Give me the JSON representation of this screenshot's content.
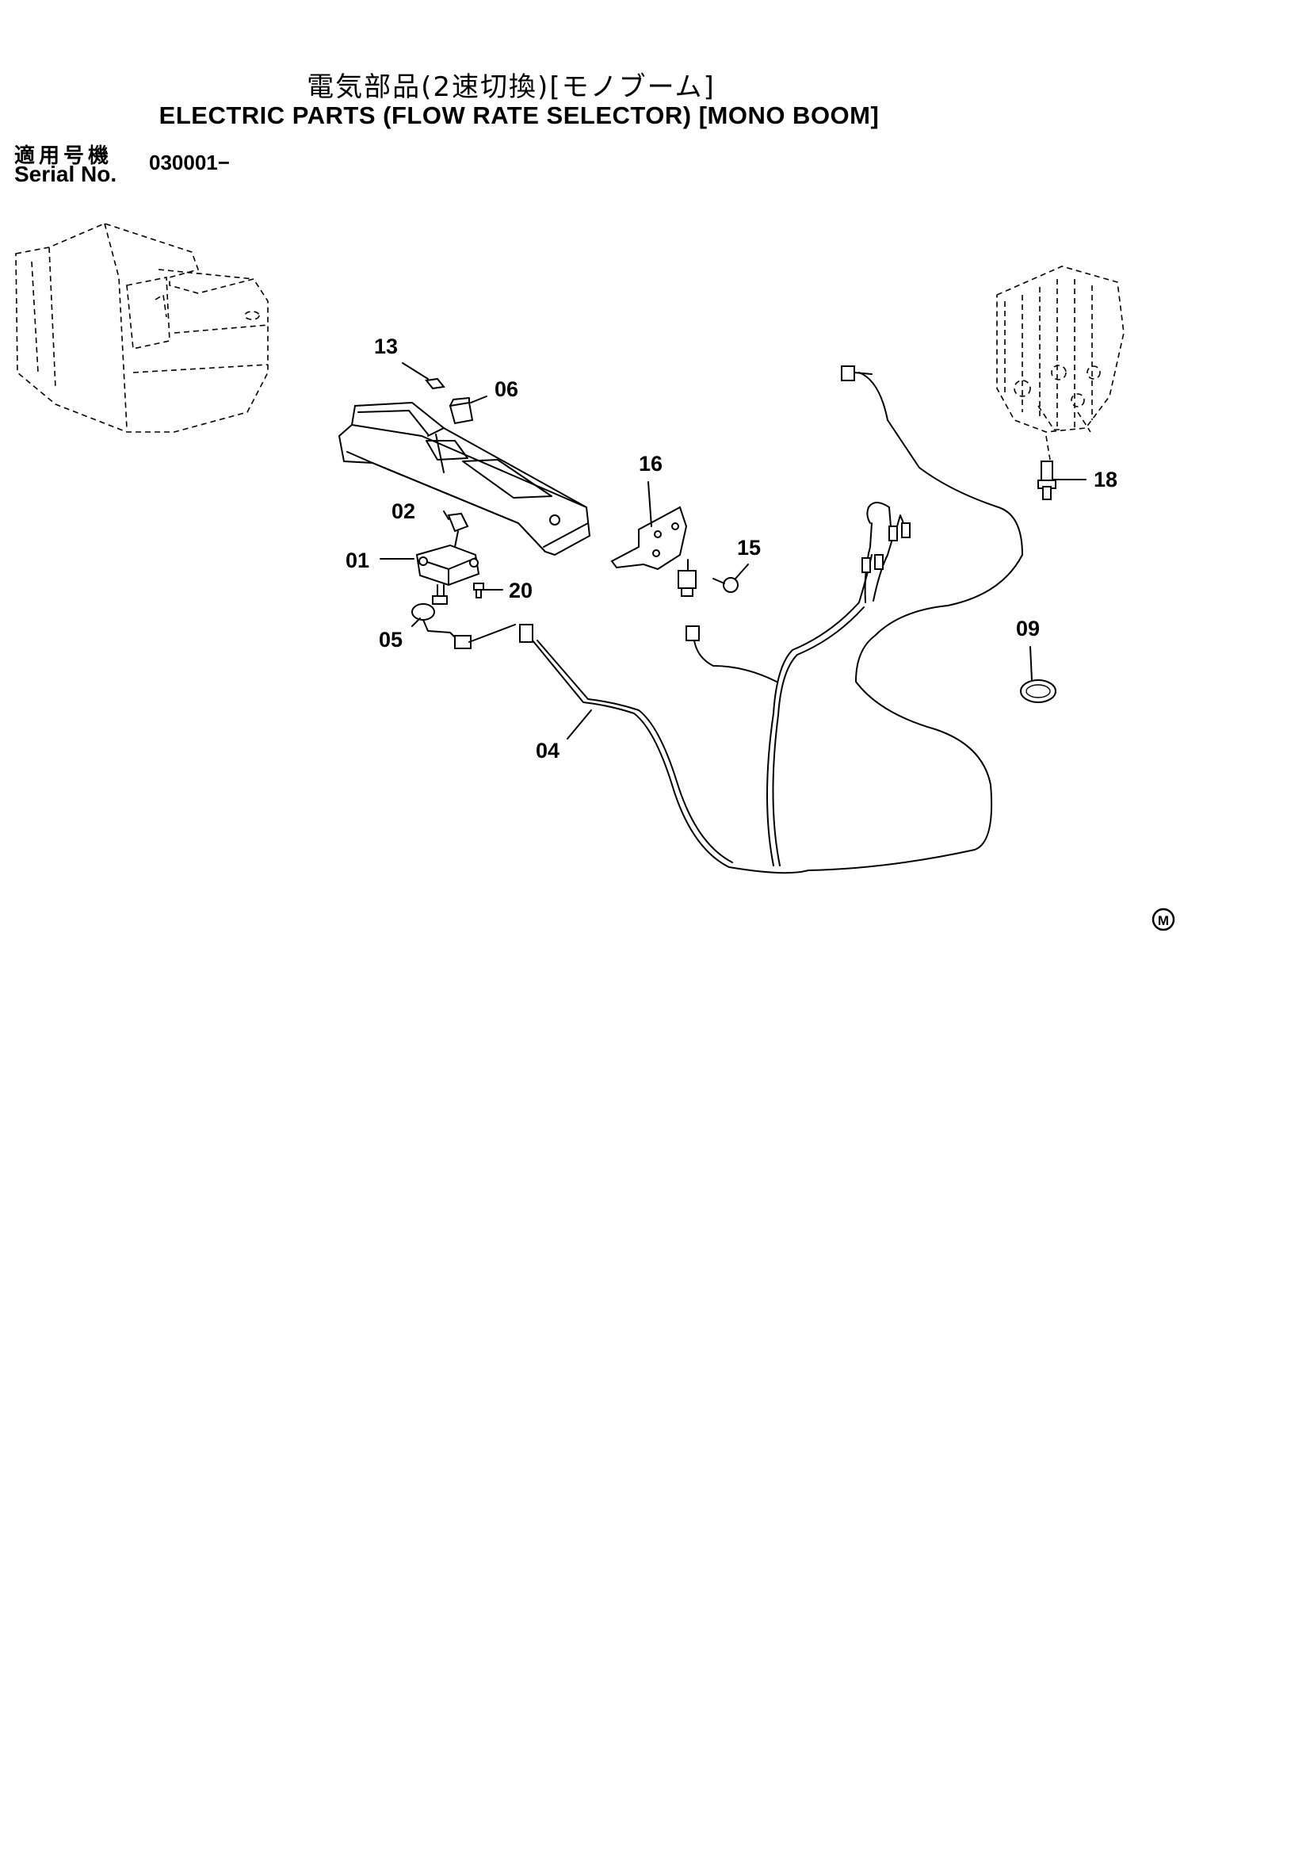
{
  "title_jp": "電気部品(2速切換)[モノブーム]",
  "title_en": "ELECTRIC  PARTS  (FLOW  RATE  SELECTOR) [MONO  BOOM]",
  "serial": {
    "label_jp": "適用号機",
    "label_en": "Serial No.",
    "value": "030001−"
  },
  "parts": {
    "p13": "13",
    "p06": "06",
    "p16": "16",
    "p02": "02",
    "p01": "01",
    "p20": "20",
    "p15": "15",
    "p05": "05",
    "p09": "09",
    "p04": "04",
    "p18": "18"
  },
  "mark": "M"
}
